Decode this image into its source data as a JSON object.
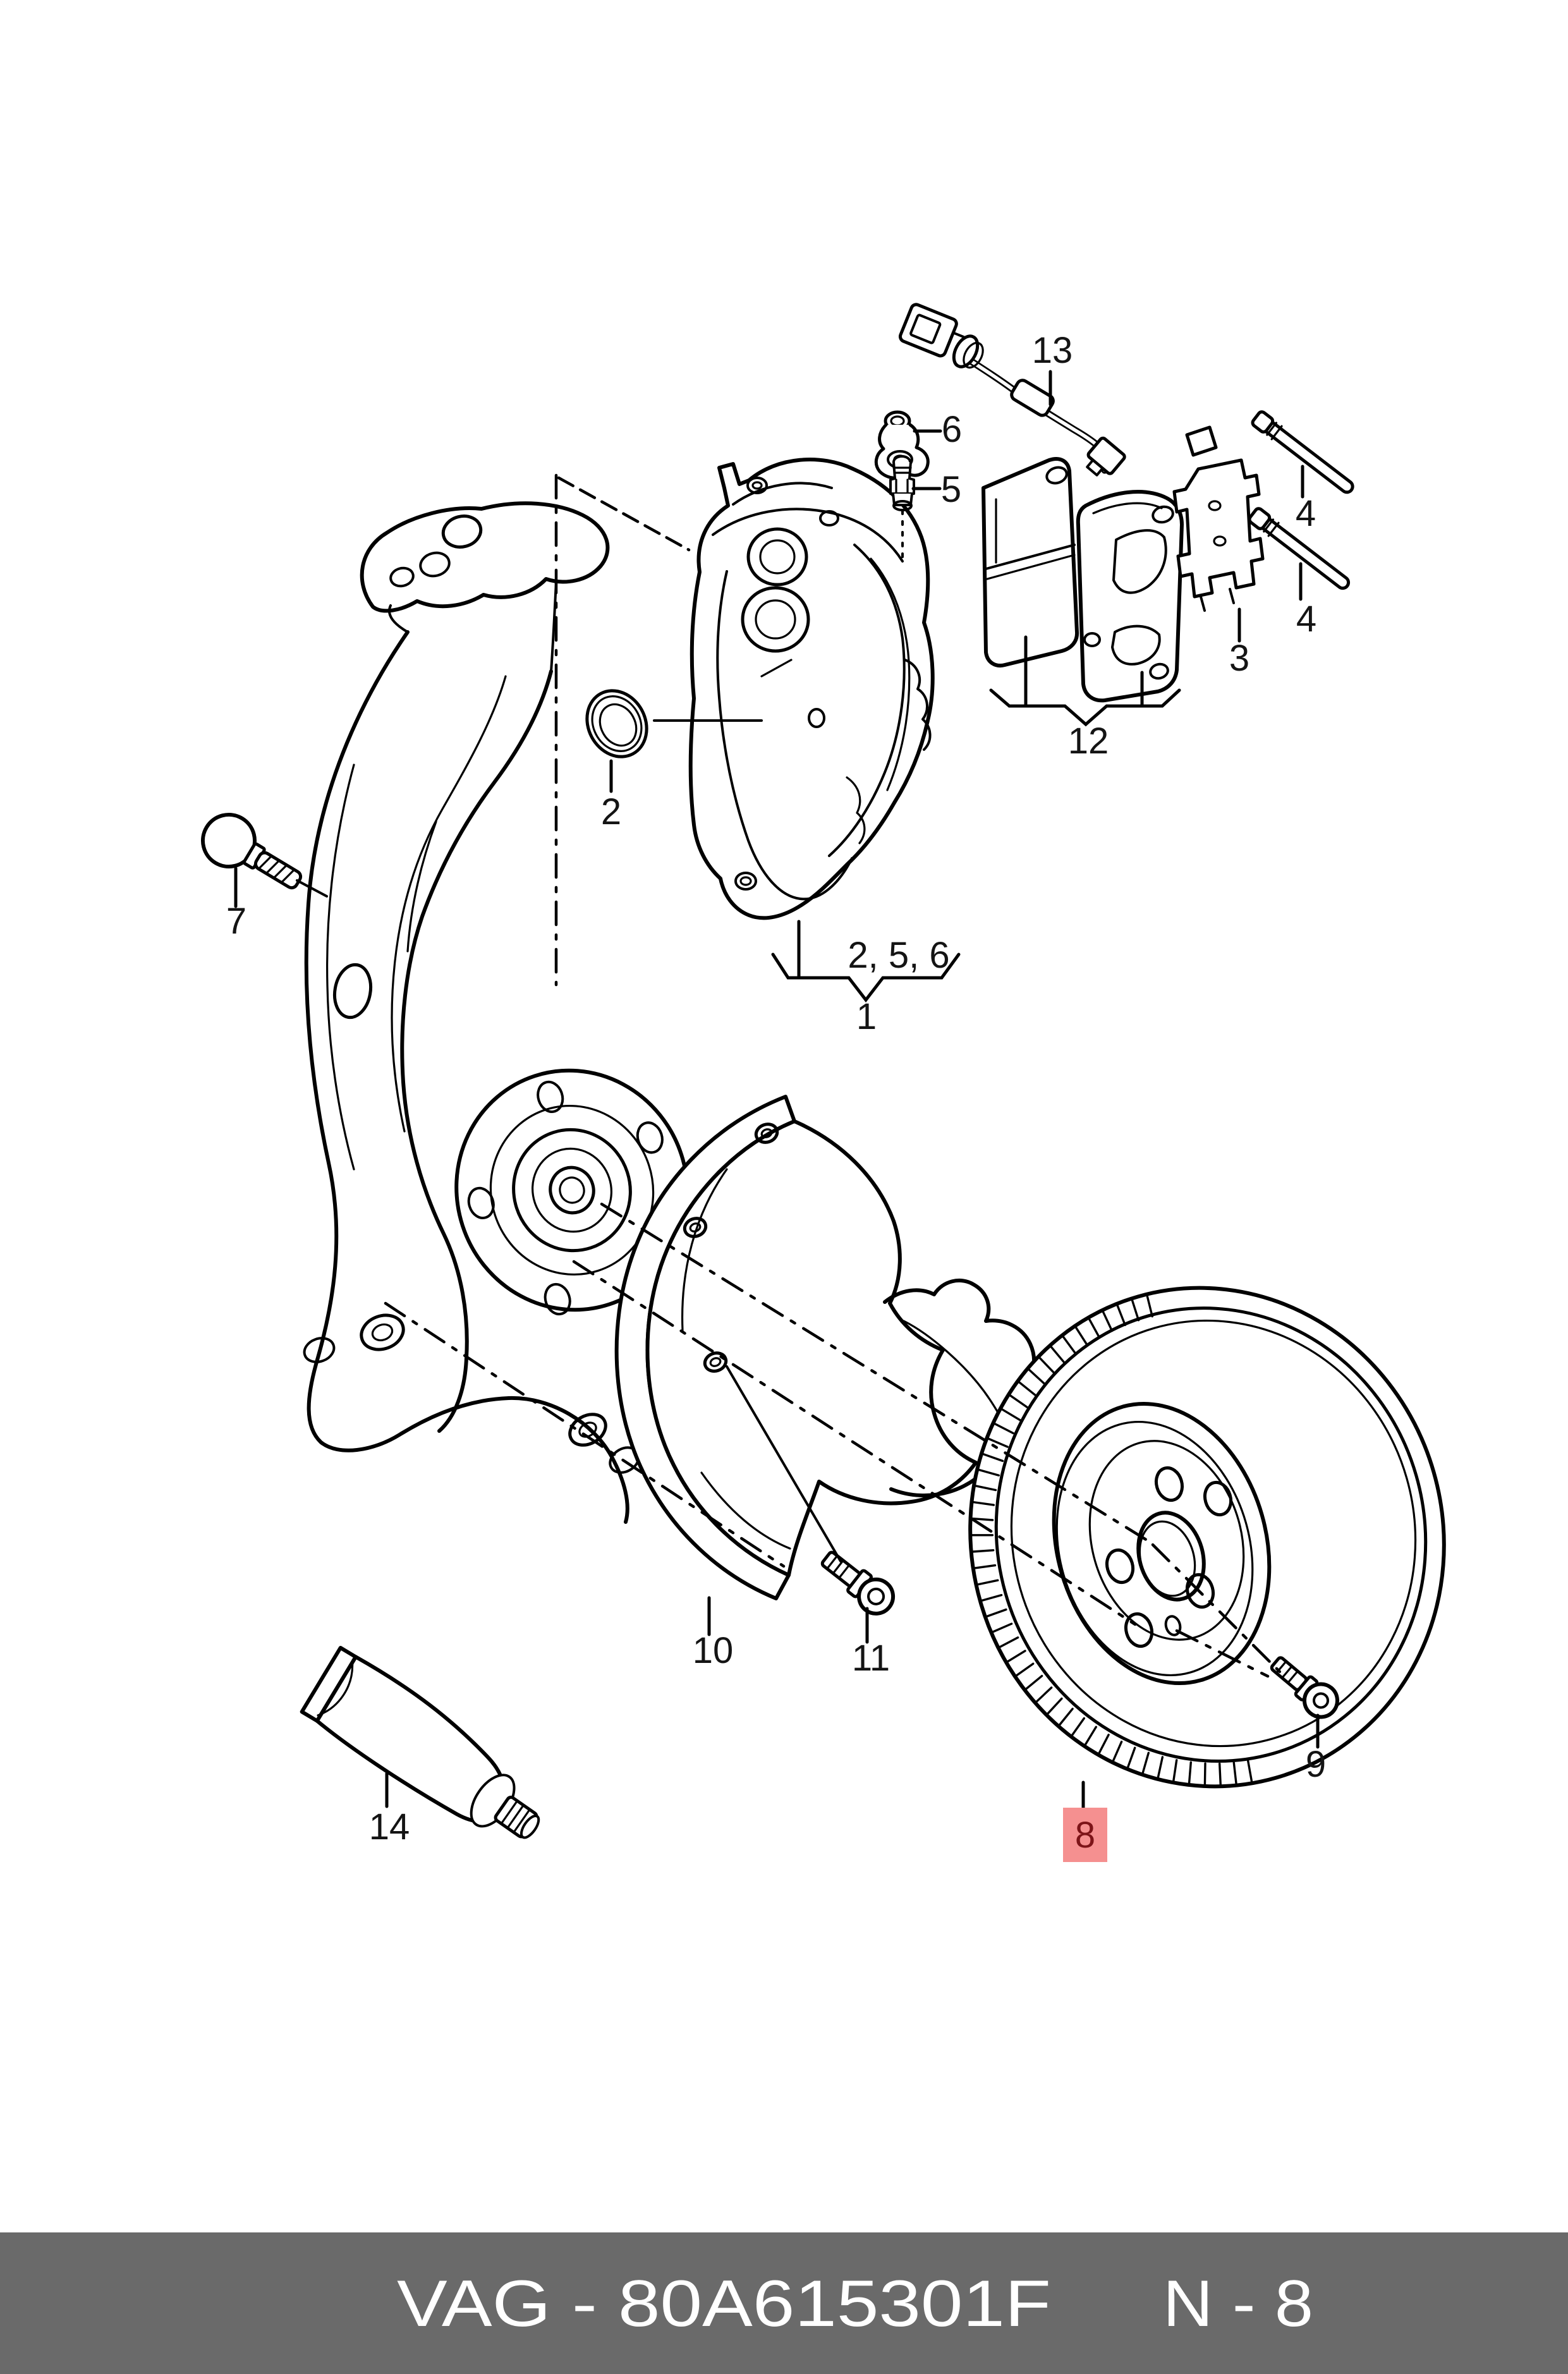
{
  "page": {
    "background": "#ffffff",
    "line_color": "#000000"
  },
  "callouts": {
    "c1": "1",
    "c2": "2",
    "c2_5_6": "2, 5, 6",
    "c3": "3",
    "c4a": "4",
    "c4b": "4",
    "c5": "5",
    "c6": "6",
    "c7": "7",
    "c8": "8",
    "c9": "9",
    "c10": "10",
    "c11": "11",
    "c12": "12",
    "c13": "13",
    "c14": "14"
  },
  "highlight": {
    "part": "8",
    "bg_color": "#f59090",
    "text_color": "#7d1418"
  },
  "footer": {
    "catalog_code": "VAG - 80A615301F",
    "page_ref": "N - 8",
    "bg_color": "#6a6a6a",
    "text_color": "#ffffff"
  }
}
